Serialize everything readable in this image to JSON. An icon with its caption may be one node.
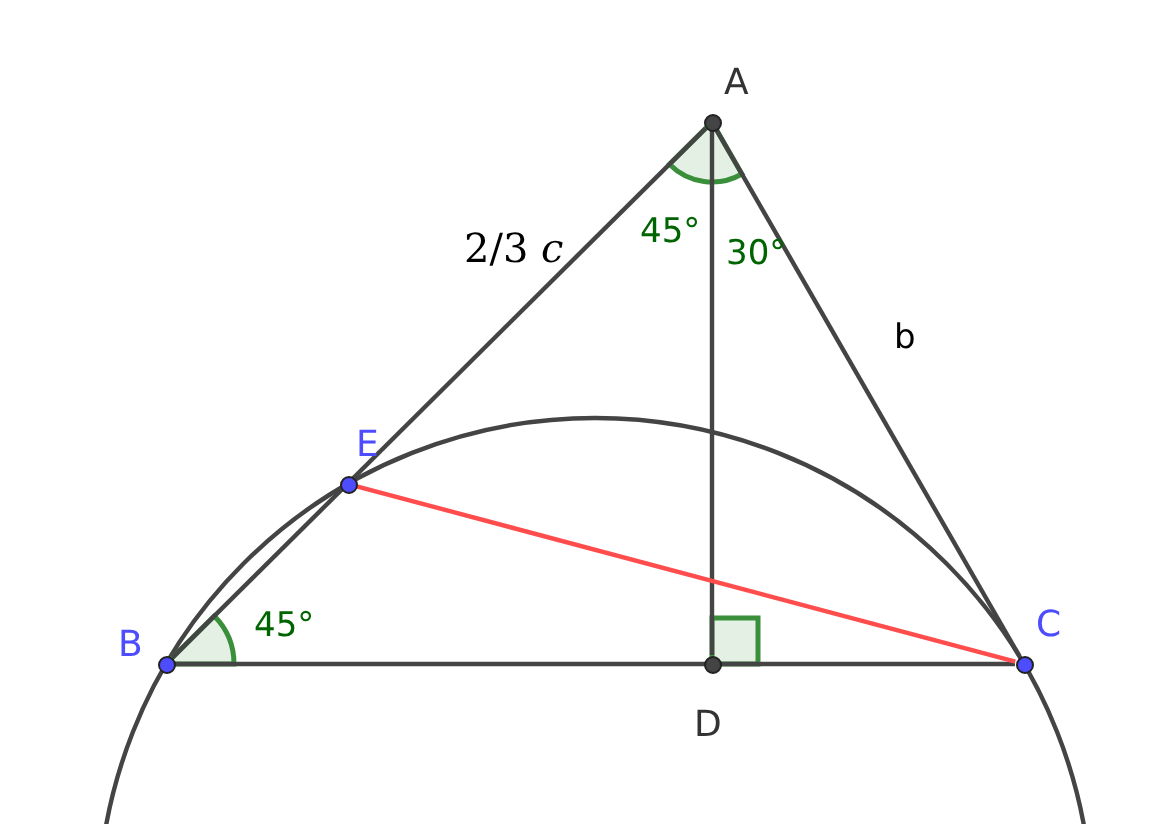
{
  "diagram": {
    "nodes": [
      {
        "text": [
          "A"
        ]
      },
      {
        "text": [
          "E"
        ]
      },
      {
        "text": [
          "B"
        ]
      },
      {
        "text": [
          "D"
        ]
      },
      {
        "text": [
          "C"
        ]
      }
    ],
    "edges": [
      {
        "from": 0,
        "to": 2,
        "arrow": "none"
      },
      {
        "from": 0,
        "to": 4,
        "arrow": "none"
      },
      {
        "from": 2,
        "to": 4,
        "arrow": "none"
      },
      {
        "from": 0,
        "to": 3,
        "arrow": "none"
      },
      {
        "from": 1,
        "to": 4,
        "arrow": "none",
        "color": "#ff4d4d"
      }
    ],
    "labels": [
      "2/3 *c*",
      "45°",
      "30°",
      "b",
      "45°"
    ]
  }
}
